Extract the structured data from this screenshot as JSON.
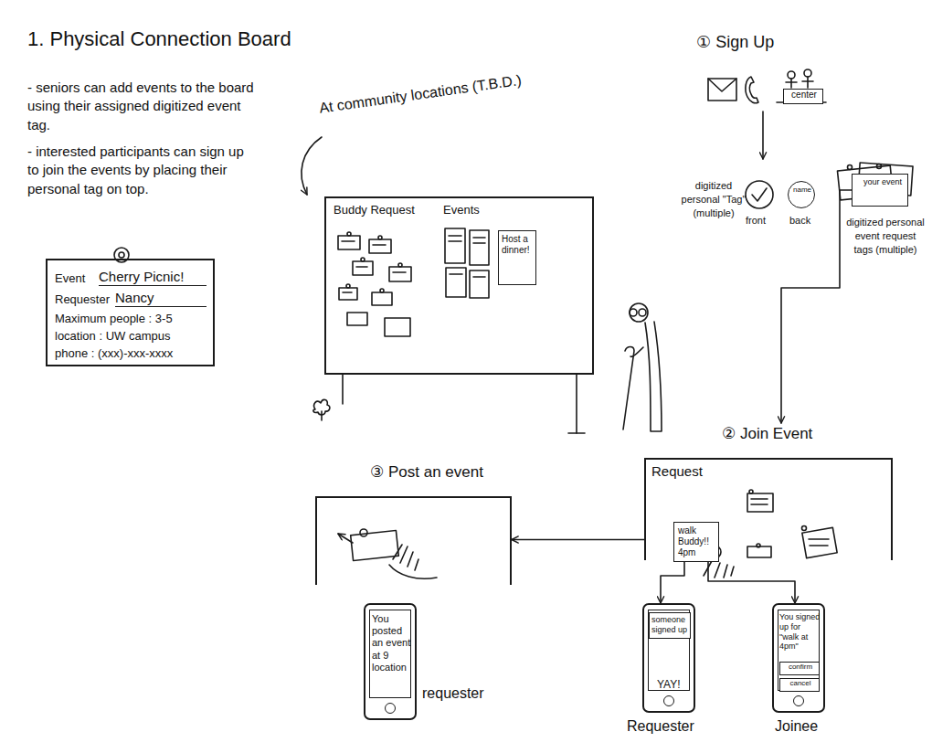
{
  "diagram": {
    "title": "1. Physical Connection Board",
    "nodes": [
      {
        "text": [
          "Event",
          "Cherry Picnic!",
          "Requester",
          "Nancy",
          "Maximum people : 3-5",
          "location : UW campus",
          "phone : (xxx)-xxx-xxxx"
        ]
      },
      {
        "text": [
          "Buddy Request",
          "Events"
        ]
      },
      {
        "text": [
          "Host a dinner!"
        ],
        "in": 1
      },
      {
        "text": [
          "center"
        ]
      },
      {
        "text": [
          "name"
        ]
      },
      {
        "text": [
          "your event"
        ]
      },
      {
        "text": [
          "② Join Event",
          "Request"
        ]
      },
      {
        "text": [
          "walk Buddy!! 4pm"
        ],
        "in": 6
      },
      {
        "text": [
          "③ Post an event"
        ]
      },
      {
        "text": [
          "You posted an event at 9 location"
        ]
      },
      {
        "text": [
          "YAY!"
        ]
      },
      {
        "text": [
          "someone signed up"
        ],
        "in": 10
      },
      {
        "text": [
          "You signed up for \"walk at 4pm\""
        ]
      },
      {
        "text": [
          "confirm"
        ],
        "in": 12
      },
      {
        "text": [
          "cancel"
        ],
        "in": 12
      }
    ],
    "edges": [
      {
        "from": 5,
        "to": 6,
        "arrow": "to"
      },
      {
        "from": 6,
        "to": 8,
        "arrow": "to"
      },
      {
        "from": 7,
        "to": 10,
        "arrow": "to"
      },
      {
        "from": 7,
        "to": 12,
        "arrow": "to"
      }
    ],
    "labels": [
      "- seniors can add events to the board using their assigned digitized event tag.",
      "- interested participants can sign up to join the events by placing their personal tag on top.",
      "At community locations (T.B.D.)",
      "① Sign Up",
      "digitized personal \"Tag\" (multiple)",
      "front",
      "back",
      "digitized personal event request tags (multiple)",
      "Requester",
      "Joinee",
      "requester"
    ]
  }
}
